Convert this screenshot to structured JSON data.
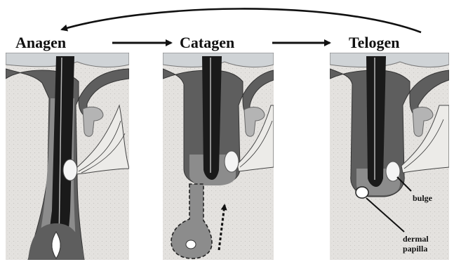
{
  "phases": [
    {
      "id": "anagen",
      "label": "Anagen"
    },
    {
      "id": "catagen",
      "label": "Catagen"
    },
    {
      "id": "telogen",
      "label": "Telogen"
    }
  ],
  "annotations": {
    "bulge": "bulge",
    "dermal_papilla_line1": "dermal",
    "dermal_papilla_line2": "papilla"
  },
  "colors": {
    "skin": "#e4e2df",
    "follicle_dark": "#5e5e5e",
    "follicle_mid": "#8c8c8c",
    "shaft": "#1a1a1a",
    "light_structure": "#b4b4b4",
    "epidermis": "#cfd3d6",
    "arrow": "#111111"
  }
}
